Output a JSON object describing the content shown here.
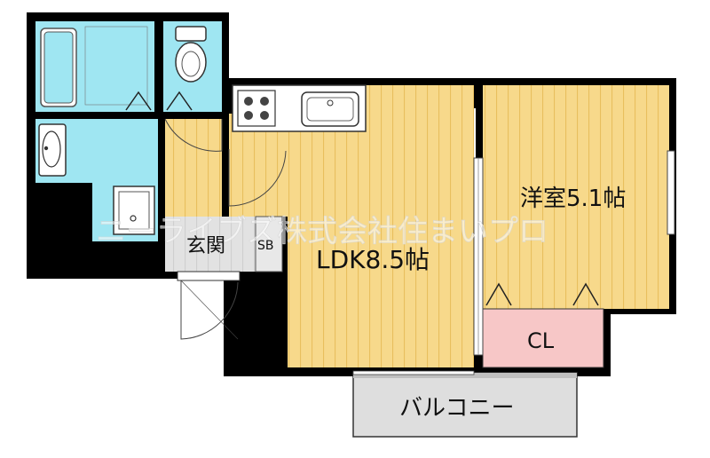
{
  "floor_plan": {
    "rooms": {
      "ldk": "LDK8.5帖",
      "western_room": "洋室5.1帖",
      "entrance": "玄関",
      "shoe_box": "SB",
      "closet": "CL",
      "balcony": "バルコニー"
    },
    "watermark": "ニーライブズ株式会社住まいプロ",
    "colors": {
      "floor_wood": "#f7d98b",
      "floor_stripe": "#e8bf5e",
      "wet_area": "#9fe6f2",
      "closet": "#f7c7c7",
      "entrance": "#d9d9d9",
      "balcony": "#dedede",
      "wall": "#000000"
    }
  }
}
